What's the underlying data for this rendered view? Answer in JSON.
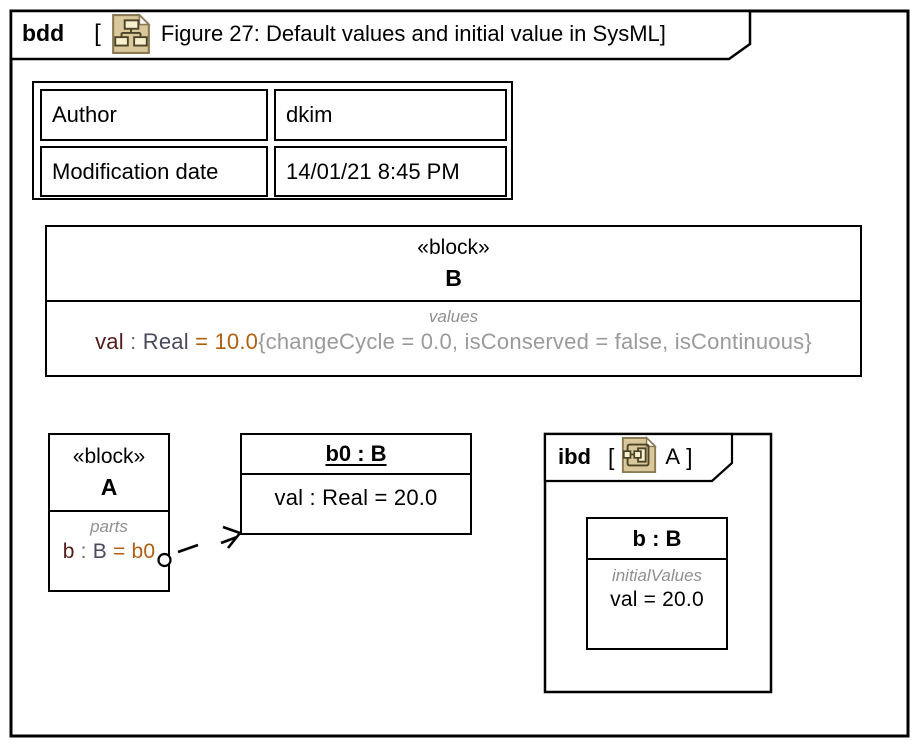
{
  "frame": {
    "kind_label": "bdd",
    "open_bracket": "[",
    "icon": "bdd-diagram-icon",
    "title": "Figure 27: Default values and initial value in SysML]"
  },
  "info_table": {
    "rows": [
      {
        "label": "Author",
        "value": "dkim"
      },
      {
        "label": "Modification date",
        "value": "14/01/21 8:45 PM"
      }
    ]
  },
  "block_b": {
    "stereotype": "«block»",
    "name": "B",
    "compartment": "values",
    "line": {
      "name": "val",
      "colon": " : ",
      "type": "Real",
      "equals": " = ",
      "value": "10.0",
      "constraint": "{changeCycle = 0.0, isConserved = false, isContinuous}"
    }
  },
  "block_a": {
    "stereotype": "«block»",
    "name": "A",
    "compartment": "parts",
    "line": {
      "name": "b",
      "colon": " : ",
      "type": "B",
      "equals": " = ",
      "value": "b0"
    }
  },
  "instance_b0": {
    "name": "b0 : B",
    "line": "val : Real = 20.0"
  },
  "ibd": {
    "kind_label": "ibd",
    "open_bracket": "[",
    "icon": "ibd-diagram-icon",
    "name": "A",
    "close_bracket": "]",
    "part": {
      "name": "b : B",
      "compartment": "initialValues",
      "line": "val = 20.0"
    }
  },
  "colors": {
    "prop-name": "#531c1c",
    "prop-type": "#4a4a5e",
    "prop-value": "#b05f10",
    "constraint": "#9a9a9a",
    "compartment-label": "#8f8f8f",
    "icon-bg": "#d9c89c",
    "icon-border": "#8a7952",
    "icon-fill": "#f7f0cf",
    "icon-line": "#4d4327",
    "line-color": "#000000"
  }
}
